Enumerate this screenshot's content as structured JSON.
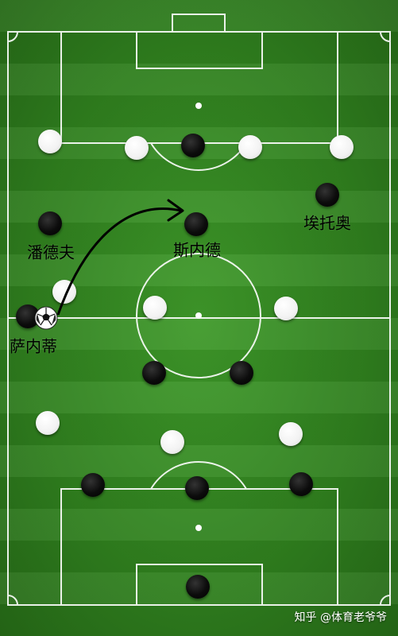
{
  "labels": {
    "pander": "潘德夫",
    "sneijder": "斯内德",
    "eto": "埃托奥",
    "sanetti": "萨内蒂"
  },
  "watermark": "知乎 @体育老爷爷",
  "colors": {
    "pitch": "#2f7f1e",
    "team_a": "#ffffff",
    "team_b": "#000000",
    "lines": "#ffffff"
  },
  "icons": {
    "ball": "soccer-ball-icon",
    "pass": "pass-arrow"
  }
}
